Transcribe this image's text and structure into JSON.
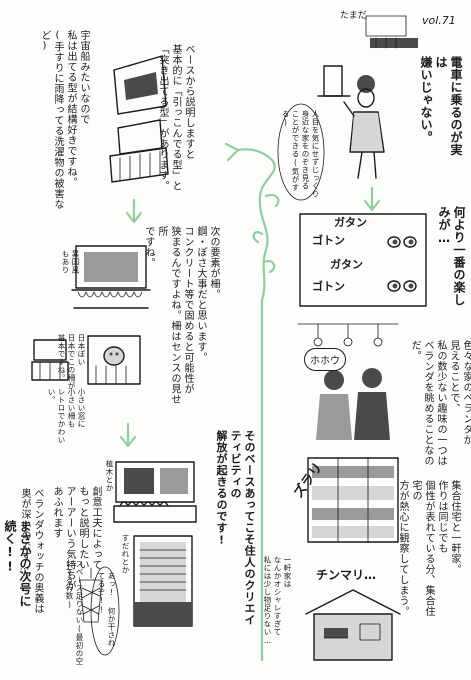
{
  "header": {
    "author": "たまだ",
    "volume": "vol.71"
  },
  "top_right": {
    "heading": "電車に乗るのが実は\n嫌いじゃない。",
    "bubble": "人目を気にせずじっくり\n身近な家をのぞき見る\nことができる(気がする)"
  },
  "sound_panel": {
    "caption": "何より一番の楽しみが…",
    "sfx_1": "ガタン",
    "sfx_2": "ゴトン",
    "sfx_3": "ガタン",
    "sfx_4": "ゴトン"
  },
  "balcony_watch": {
    "caption": "色々な家のベランダが\n見えることで、\n私の数少ない趣味の一つは\nベランダを眺めることなのだ。",
    "speech": "ホホウ"
  },
  "sfx_zurari": "ズラリ",
  "apartment_note": "集合住宅と一軒家。\n作りは同じでも\n個性が表れている分、集合住宅の\n方が熱心に観察してしまう。",
  "chinmari": "チンマリ…",
  "house_note": "一軒家は\nなんかオシャレすぎて\n私には少し物足りない…",
  "basic_types": "ベースから説明しますと\n基本的に「引っこんでる型」と\n「突き出てる型」があります。",
  "uchu": "宇宙船みたいなので\n私は出てる型が結構好きですね。\n(手すりに雨降ってる洗濯物の被害など)",
  "rail_note": "次の要素が柵。\n鋼・ぽさ大事だと思います。\nコンクリート等で固めると可能性が\n狭まるんですよね。柵はセンスの見せ所\nですね。",
  "western_label": "異国風\nもあり",
  "japan_label": "日本ぽい\n日本でこの柵が\n基本ですね。",
  "small_window": "小さい窓に\n小さい柵も\nレトロでかわいい。",
  "creativity": "そのベースあってこそ住人のクリエイティビティの\n解放が起きるのです!",
  "plant_label": "植木とか",
  "sukeru_label": "すだれとか",
  "bubble_small": "あっ! 何か干されてるぞ!!",
  "kufuu": "創意工夫によって\nもっと説明したい\nアーアーいう気持ちが\nあふれます",
  "ending_small": "スペース足りない(最初の空いてる行数)",
  "veranda_watch": "ベランダウォッチの奥義は\n奥が深いのです…",
  "to_be_continued": "まさかの次号に\n続く!!"
}
